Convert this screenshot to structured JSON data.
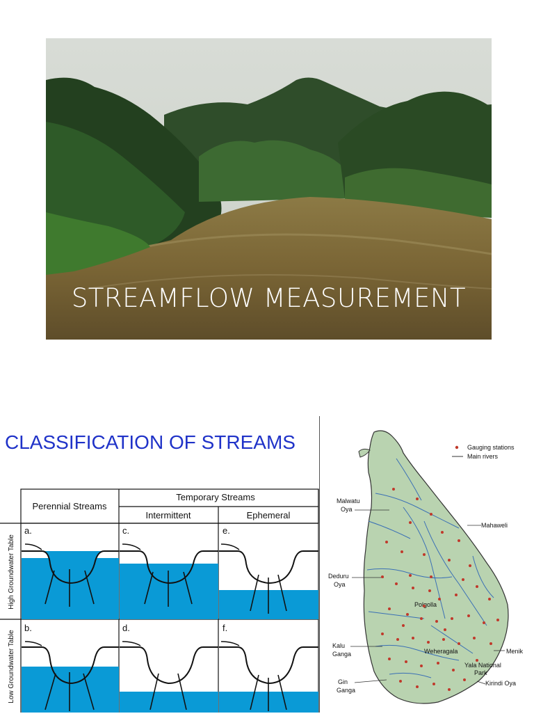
{
  "slide_title": "STREAMFLOW MEASUREMENT",
  "section_title": "CLASSIFICATION OF STREAMS",
  "diagram": {
    "header_perennial": "Perennial Streams",
    "header_temporary": "Temporary Streams",
    "header_intermittent": "Intermittent",
    "header_ephemeral": "Ephemeral",
    "row_high": "High Groundwater Table",
    "row_low": "Low Groundwater Table",
    "panels": [
      "a.",
      "b.",
      "c.",
      "d.",
      "e.",
      "f."
    ]
  },
  "map": {
    "legend_stations": "Gauging stations",
    "legend_rivers": "Main rivers",
    "labels": {
      "malwatu_1": "Malwatu",
      "malwatu_2": "Oya",
      "mahaweli": "Mahaweli",
      "deduru_1": "Deduru",
      "deduru_2": "Oya",
      "polgolla": "Polgolla",
      "kalu_1": "Kalu",
      "kalu_2": "Ganga",
      "weheragala": "Weheragala",
      "menik": "Menik",
      "yala_1": "Yala National",
      "yala_2": "Park",
      "gin_1": "Gin",
      "gin_2": "Ganga",
      "kirindi": "Kirindi Oya"
    }
  },
  "colors": {
    "title_blue": "#1f32c8",
    "water_blue": "#0a9ad6",
    "station_red": "#c0392b",
    "land_green": "#b9d3b0",
    "river_blue": "#3a6fb5"
  }
}
